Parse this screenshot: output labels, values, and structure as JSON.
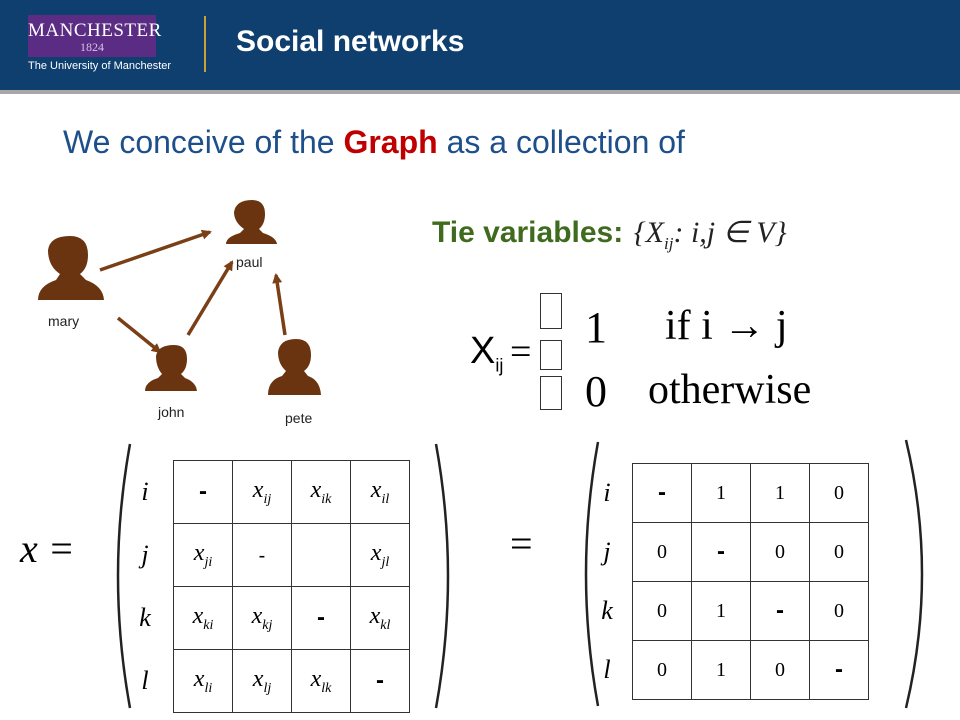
{
  "header": {
    "logo_name": "MANCHESTER",
    "logo_year": "1824",
    "logo_sub": "The University of Manchester",
    "title": "Social networks"
  },
  "headline": {
    "prefix": "We conceive of the",
    "highlight": "Graph",
    "suffix": "as a collection of"
  },
  "graph": {
    "nodes": [
      {
        "id": "mary",
        "label": "mary"
      },
      {
        "id": "paul",
        "label": "paul"
      },
      {
        "id": "john",
        "label": "john"
      },
      {
        "id": "pete",
        "label": "pete"
      }
    ],
    "edges": [
      [
        "mary",
        "paul"
      ],
      [
        "mary",
        "john"
      ],
      [
        "john",
        "paul"
      ],
      [
        "pete",
        "paul"
      ]
    ],
    "node_color": "#6b3410",
    "edge_color": "#7a3f16"
  },
  "tie_variables": {
    "label": "Tie variables:",
    "formula": "{X",
    "formula_sub": "ij",
    "formula_rest": ": i,j ∈ V}"
  },
  "definition": {
    "lhs": "X",
    "lhs_sub": "ij",
    "eq": "=",
    "case1_value": "1",
    "case1_condition": "if i → j",
    "case2_value": "0",
    "case2_condition": "otherwise"
  },
  "matrix_symbolic": {
    "lhs": "x =",
    "row_labels": [
      "i",
      "j",
      "k",
      "l"
    ],
    "rows": [
      [
        {
          "b": "-",
          "dash": true
        },
        {
          "b": "x",
          "s": "ij"
        },
        {
          "b": "x",
          "s": "ik"
        },
        {
          "b": "x",
          "s": "il"
        }
      ],
      [
        {
          "b": "x",
          "s": "ji"
        },
        {
          "b": "-",
          "light": true
        },
        {
          "b": ""
        },
        {
          "b": "x",
          "s": "jl"
        }
      ],
      [
        {
          "b": "x",
          "s": "ki"
        },
        {
          "b": "x",
          "s": "kj"
        },
        {
          "b": "-",
          "dash": true
        },
        {
          "b": "x",
          "s": "kl"
        }
      ],
      [
        {
          "b": "x",
          "s": "li"
        },
        {
          "b": "x",
          "s": "lj"
        },
        {
          "b": "x",
          "s": "lk"
        },
        {
          "b": "-",
          "dash": true
        }
      ]
    ]
  },
  "matrix_numeric": {
    "eq": "=",
    "row_labels": [
      "i",
      "j",
      "k",
      "l"
    ],
    "rows": [
      [
        "-",
        "1",
        "1",
        "0"
      ],
      [
        "0",
        "-",
        "0",
        "0"
      ],
      [
        "0",
        "1",
        "-",
        "0"
      ],
      [
        "0",
        "1",
        "0",
        "-"
      ]
    ]
  },
  "colors": {
    "header_bg": "#0f3f6e",
    "headline": "#1d4f8a",
    "highlight": "#c00000",
    "tie_label": "#3f6b1e"
  }
}
